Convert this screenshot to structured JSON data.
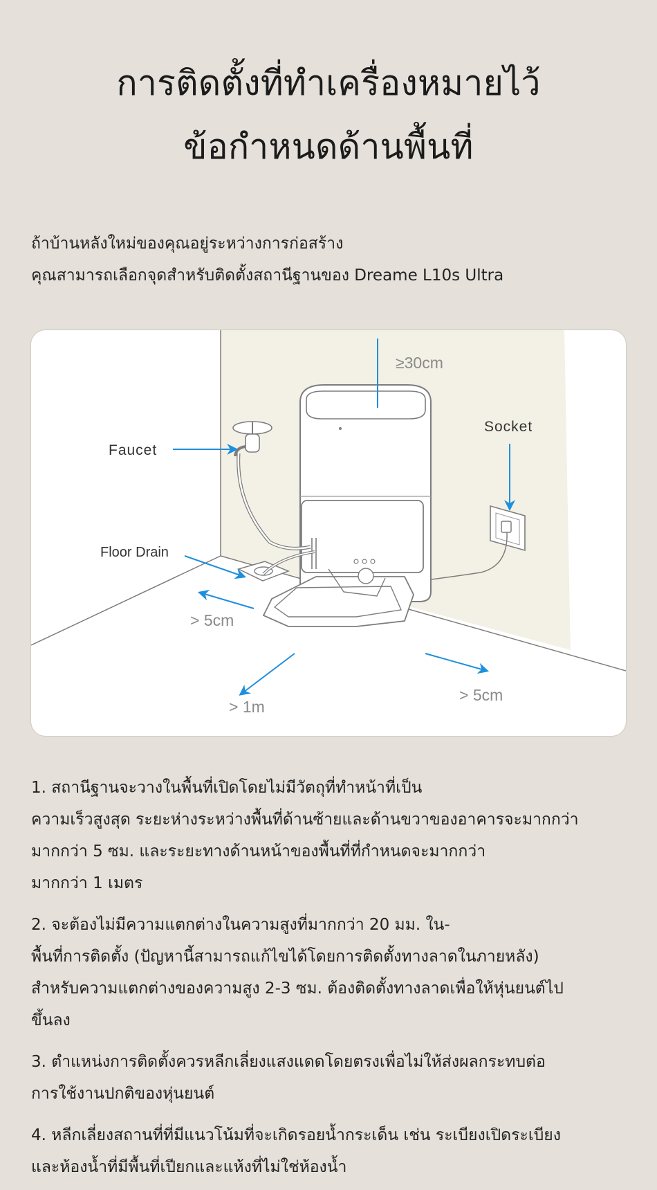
{
  "header": {
    "title_line1": "การติดตั้งที่ทำเครื่องหมายไว้",
    "title_line2": "ข้อกำหนดด้านพื้นที่"
  },
  "intro": {
    "line1": "ถ้าบ้านหลังใหม่ของคุณอยู่ระหว่างการก่อสร้าง",
    "line2": "คุณสามารถเลือกจุดสำหรับติดตั้งสถานีฐานของ Dreame L10s Ultra"
  },
  "diagram": {
    "labels": {
      "faucet": "Faucet",
      "socket": "Socket",
      "floor_drain": "Floor Drain",
      "top_clearance": "≥30cm",
      "left_clearance": "> 5cm",
      "right_clearance": "> 5cm",
      "front_clearance": "> 1m"
    },
    "colors": {
      "arrow": "#1e8fdd",
      "wall": "#f3f1e5",
      "line": "#7d7d7d",
      "label": "#333333",
      "measure_label": "#8a8a8a"
    }
  },
  "requirements": [
    {
      "lines": [
        "1. สถานีฐานจะวางในพื้นที่เปิดโดยไม่มีวัตถุที่ทำหน้าที่เป็น",
        "ความเร็วสูงสุด ระยะห่างระหว่างพื้นที่ด้านซ้ายและด้านขวาของอาคารจะมากกว่า",
        "มากกว่า 5 ซม. และระยะทางด้านหน้าของพื้นที่ที่กำหนดจะมากกว่า",
        "มากกว่า 1 เมตร"
      ]
    },
    {
      "lines": [
        "2. จะต้องไม่มีความแตกต่างในความสูงที่มากกว่า 20 มม. ใน-",
        "พื้นที่การติดตั้ง (ปัญหานี้สามารถแก้ไขได้โดยการติดตั้งทางลาดในภายหลัง)",
        "สำหรับความแตกต่างของความสูง 2-3 ซม. ต้องติดตั้งทางลาดเพื่อให้หุ่นยนต์ไป",
        "ขึ้นลง"
      ]
    },
    {
      "lines": [
        "3. ตำแหน่งการติดตั้งควรหลีกเลี่ยงแสงแดดโดยตรงเพื่อไม่ให้ส่งผลกระทบต่อ",
        "การใช้งานปกติของหุ่นยนต์"
      ]
    },
    {
      "lines": [
        "4. หลีกเลี่ยงสถานที่ที่มีแนวโน้มที่จะเกิดรอยน้ำกระเด็น เช่น ระเบียงเปิดระเบียง",
        "และห้องน้ำที่มีพื้นที่เปียกและแห้งที่ไม่ใช่ห้องน้ำ"
      ]
    }
  ]
}
